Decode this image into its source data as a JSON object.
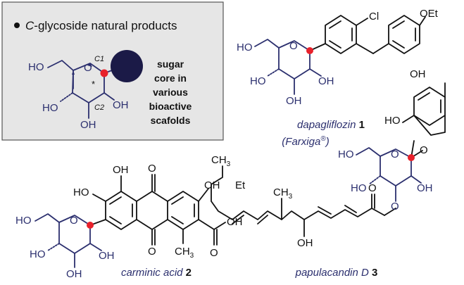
{
  "inset": {
    "bullet_prefix": "C",
    "bullet_rest": "-glycoside natural products",
    "ring_labels": {
      "c1": "C1",
      "c2": "C2",
      "star": "*",
      "ho_left": "HO",
      "ho_bottom_left": "HO",
      "oh_right": "OH",
      "oh_bottom": "OH",
      "o": "O"
    },
    "side_text": [
      "sugar",
      "core in",
      "various",
      "bioactive",
      "scafolds"
    ]
  },
  "compounds": [
    {
      "name": "dapagliflozin",
      "number": "1",
      "trade": "(Farxiga",
      "trade_sup": "®",
      "trade_end": ")",
      "labels": {
        "cl": "Cl",
        "oet": "OEt",
        "ho": "HO",
        "o": "O",
        "ho2": "HO",
        "oh1": "OH",
        "oh2": "OH"
      }
    },
    {
      "name": "carminic acid",
      "number": "2",
      "labels": {
        "oh_top1": "OH",
        "o_top": "O",
        "oh_top2": "OH",
        "ho_left": "HO",
        "o_bottom": "O",
        "oh_acid": "OH",
        "o_acid": "O",
        "ch3": "CH",
        "ch3_sub": "3",
        "ho": "HO",
        "o": "O",
        "ho2": "HO",
        "oh1": "OH",
        "oh2": "OH"
      }
    },
    {
      "name": "papulacandin D",
      "number": "3",
      "labels": {
        "oh_top": "OH",
        "ho_arom": "HO",
        "o_spiro": "O",
        "ho": "HO",
        "o": "O",
        "ho2": "HO",
        "oh1": "OH",
        "o_ester": "O",
        "o_carbonyl": "O",
        "ch3_top": "CH",
        "ch3_top_sub": "3",
        "et": "Et",
        "ch3_mid": "CH",
        "ch3_mid_sub": "3",
        "oh_chain": "OH"
      }
    }
  ],
  "colors": {
    "navy": "#2b2f6e",
    "red": "#e8212b",
    "dark_ball": "#1b1a47",
    "box_bg": "#e6e6e6",
    "box_border": "#555555"
  }
}
